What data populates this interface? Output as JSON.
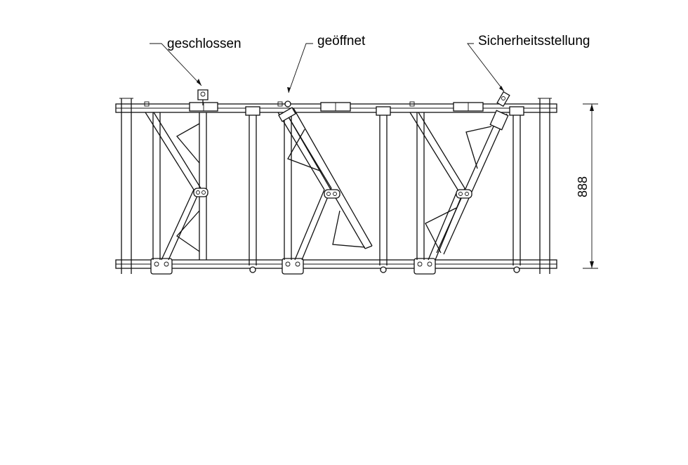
{
  "labels": {
    "closed": "geschlossen",
    "open": "geöffnet",
    "safety": "Sicherheitsstellung"
  },
  "dimension": {
    "height_value": "888"
  }
}
